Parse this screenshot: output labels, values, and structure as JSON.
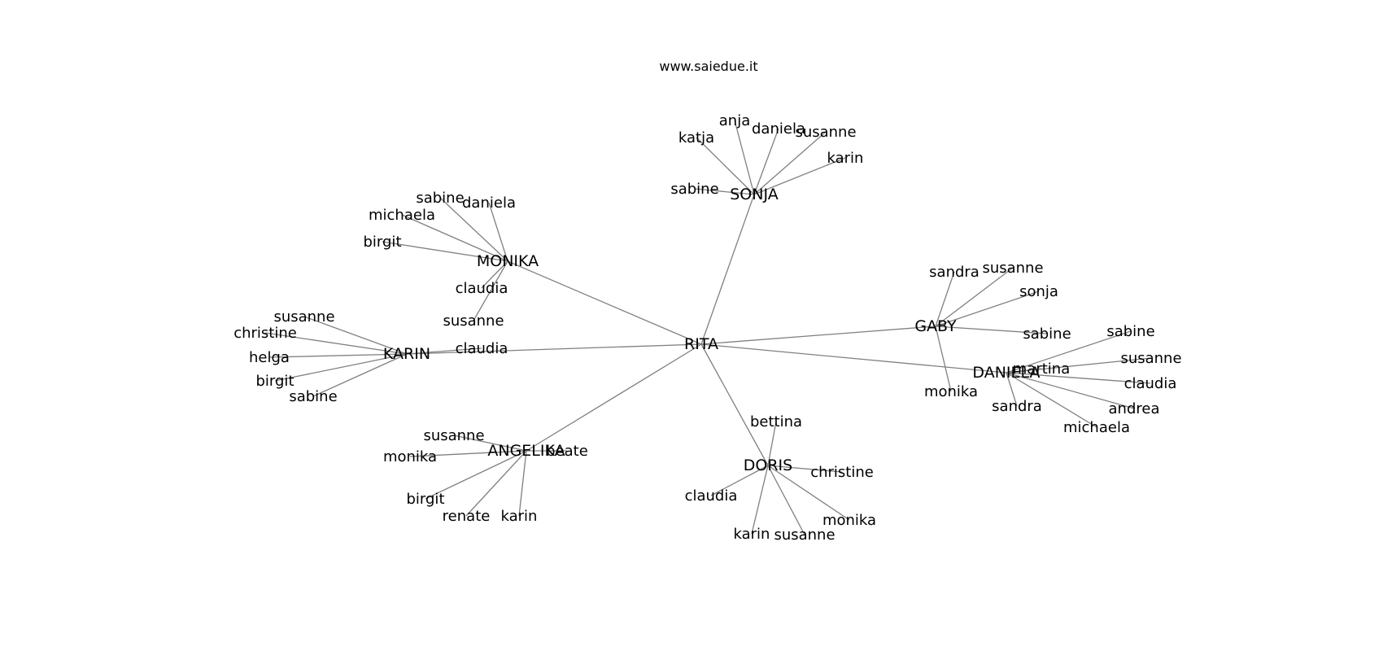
{
  "site_label": "www.saiedue.it",
  "graph": {
    "root": "RITA",
    "hubs": [
      {
        "name": "SONJA",
        "children": [
          "anja",
          "daniela",
          "katja",
          "susanne",
          "karin",
          "sabine"
        ]
      },
      {
        "name": "MONIKA",
        "children": [
          "sabine",
          "daniela",
          "michaela",
          "birgit",
          "claudia",
          "susanne"
        ]
      },
      {
        "name": "KARIN",
        "children": [
          "susanne",
          "christine",
          "helga",
          "birgit",
          "sabine",
          "claudia"
        ]
      },
      {
        "name": "ANGELIKA",
        "children": [
          "susanne",
          "monika",
          "beate",
          "birgit",
          "renate",
          "karin"
        ]
      },
      {
        "name": "DORIS",
        "children": [
          "bettina",
          "christine",
          "claudia",
          "monika",
          "karin",
          "susanne"
        ]
      },
      {
        "name": "GABY",
        "children": [
          "sandra",
          "susanne",
          "sonja",
          "sabine",
          "monika"
        ]
      },
      {
        "name": "DANIELA",
        "children": [
          "sabine",
          "susanne",
          "martina",
          "claudia",
          "andrea",
          "sandra",
          "michaela"
        ]
      }
    ]
  }
}
